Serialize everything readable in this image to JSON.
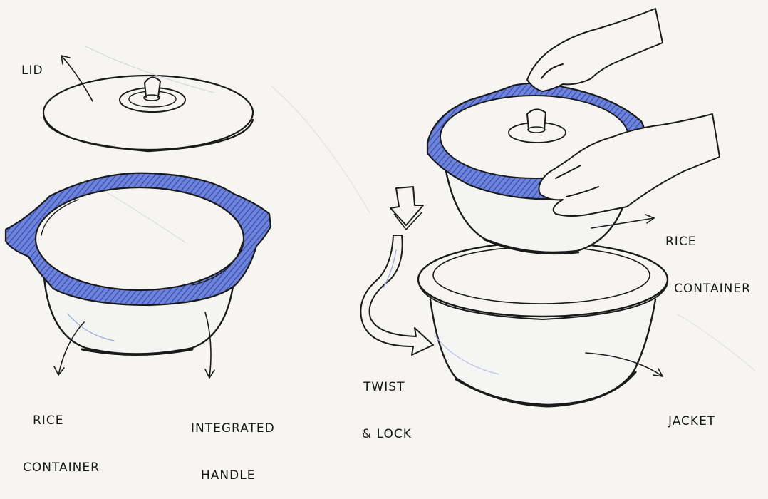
{
  "labels": {
    "lid": "LID",
    "rice_container_left": [
      "RICE",
      "CONTAINER"
    ],
    "integrated_handle": [
      "INTEGRATED",
      "HANDLE"
    ],
    "rice_container_right": [
      "RICE",
      "CONTAINER"
    ],
    "twist_lock": [
      "TWIST",
      "& LOCK"
    ],
    "jacket": "JACKET"
  },
  "colors": {
    "ink": "#1a1a1a",
    "blue_shade": "#4a62c8",
    "paper": "#f6f5f1",
    "faint_blue": "#b9c2e6"
  }
}
